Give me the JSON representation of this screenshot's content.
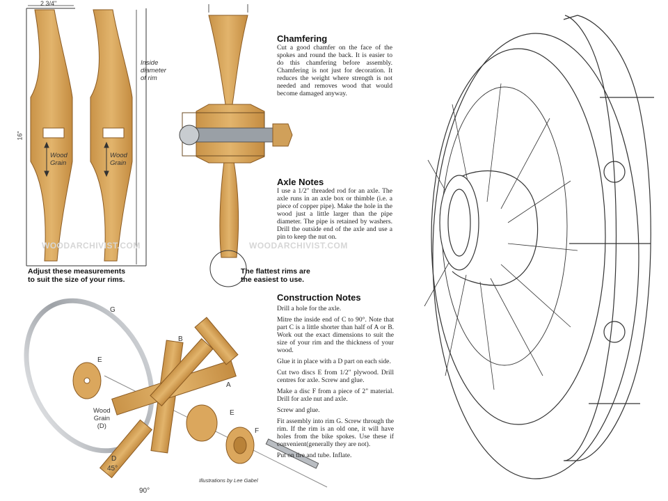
{
  "labels": {
    "dim_top": "2 3/4\"",
    "dim_side": "16\"",
    "inside_diameter": "Inside\ndiameter\nof rim",
    "wood_grain_1": "Wood\nGrain",
    "wood_grain_2": "Wood\nGrain",
    "wood_grain_d": "Wood\nGrain\n(D)",
    "part_g": "G",
    "part_b": "B",
    "part_a": "A",
    "part_e1": "E",
    "part_e2": "E",
    "part_f": "F",
    "part_d": "D",
    "angle_45": "45°",
    "angle_90": "90°"
  },
  "watermarks": [
    "WOODARCHIVIST.COM",
    "WOODARCHIVIST.COM"
  ],
  "captions": {
    "adjust": "Adjust these measurements\nto suit the size of your rims.",
    "flattest": "The flattest rims are\nthe easiest to use.",
    "credit": "Illustrations by Lee Gabel"
  },
  "chamfering": {
    "title": "Chamfering",
    "text": "Cut a good chamfer on the face of the spokes and round the back. It is easier to do this chamfering before assembly. Chamfering is not just for decoration. It reduces the weight where strength is not needed and removes wood that would become damaged anyway."
  },
  "axle": {
    "title": "Axle Notes",
    "text": "I use a 1/2\" threaded rod for an axle. The axle runs in an axle box or thimble (i.e. a piece of copper pipe). Make the hole in the wood just a little larger than the pipe diameter. The pipe is retained by washers. Drill the outside end of the axle and use a pin to keep the nut on."
  },
  "construction": {
    "title": "Construction Notes",
    "steps": [
      "Drill a hole for the axle.",
      "Mitre the inside end of C to 90°. Note that part C is a little shorter than half of A or B. Work out the exact dimensions to suit the size of your rim and the thickness of your wood.",
      "Glue it in place with a D part on each side.",
      "Cut two discs E from 1/2\" plywood. Drill centres for axle. Screw and glue.",
      "Make a disc F from a piece of 2\" material. Drill for axle nut and axle.",
      "Screw and glue.",
      "Fit assembly into rim G. Screw through the rim. If the rim is an old one, it will have holes from the bike spokes. Use these if convenient(generally they are not).",
      "Put on tire and tube. Inflate."
    ]
  },
  "colors": {
    "wood": "#d9a85f",
    "wood_dark": "#b98238",
    "rim": "#a9acb0",
    "ink": "#333333"
  }
}
